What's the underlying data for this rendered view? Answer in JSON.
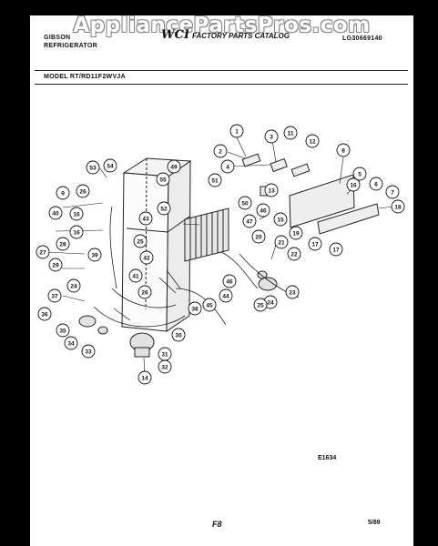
{
  "watermark": "AppliancePartsPros.com",
  "header": {
    "brand": "GIBSON",
    "product": "REFRIGERATOR",
    "catalog_title": "FACTORY PARTS CATALOG",
    "catalog_number": "LG30669140",
    "model": "MODEL RT/RD11F2WVJA"
  },
  "logo_text": "WCI",
  "callouts": [
    "1",
    "2",
    "3",
    "4",
    "5",
    "6",
    "7",
    "8",
    "9",
    "11",
    "12",
    "13",
    "14",
    "15",
    "16",
    "17",
    "18",
    "19",
    "20",
    "21",
    "22",
    "23",
    "24",
    "25",
    "26",
    "27",
    "28",
    "29",
    "30",
    "31",
    "32",
    "33",
    "34",
    "35",
    "36",
    "37",
    "38",
    "39",
    "40",
    "41",
    "42",
    "43",
    "44",
    "45",
    "46",
    "47",
    "48",
    "49",
    "50",
    "51",
    "52",
    "53",
    "54",
    "55"
  ],
  "footer": {
    "figure_code": "E1634",
    "page_label": "F8",
    "date": "5/89"
  }
}
